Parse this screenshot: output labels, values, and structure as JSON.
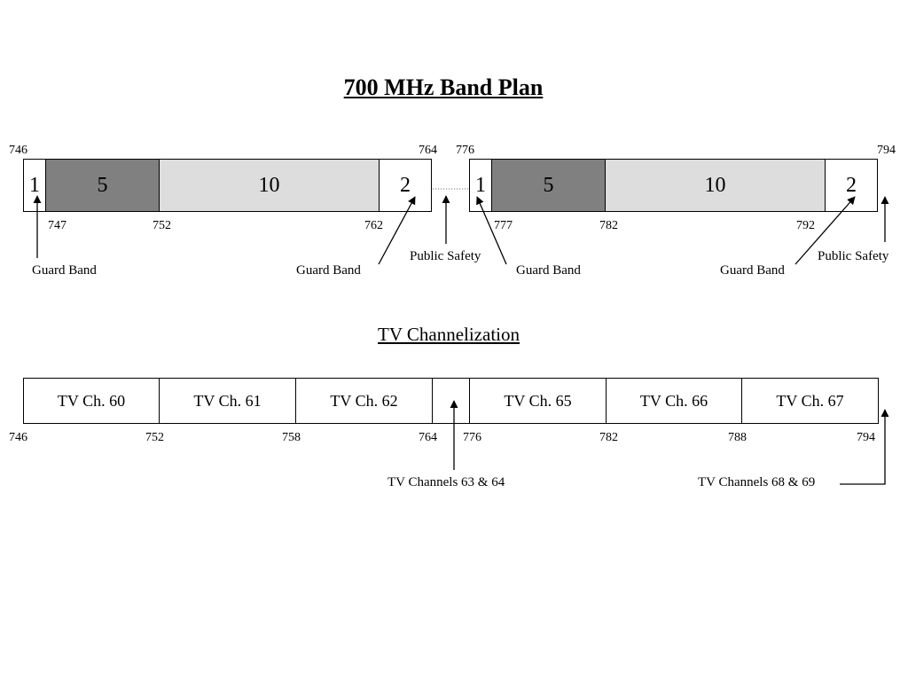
{
  "title": "700 MHz Band Plan",
  "subtitle": "TV Channelization",
  "colors": {
    "dark_block": "#808080",
    "light_block": "#dddddd",
    "guard": "#ffffff"
  },
  "band_plan": {
    "block_a": {
      "start_label": "746",
      "end_label": "764",
      "segments": [
        "1",
        "5",
        "10",
        "2"
      ],
      "bottom_ticks": [
        "747",
        "752",
        "762"
      ]
    },
    "block_b": {
      "start_label": "776",
      "end_label": "794",
      "segments": [
        "1",
        "5",
        "10",
        "2"
      ],
      "bottom_ticks": [
        "777",
        "782",
        "792"
      ]
    },
    "annotations": {
      "guard_band": "Guard Band",
      "public_safety": "Public Safety"
    }
  },
  "tv": {
    "channels": [
      "TV Ch. 60",
      "TV Ch. 61",
      "TV Ch. 62",
      "TV Ch. 65",
      "TV Ch. 66",
      "TV Ch. 67"
    ],
    "ticks": [
      "746",
      "752",
      "758",
      "764",
      "776",
      "782",
      "788",
      "794"
    ],
    "annotations": {
      "ch_63_64": "TV Channels 63 & 64",
      "ch_68_69": "TV Channels 68 & 69"
    }
  }
}
